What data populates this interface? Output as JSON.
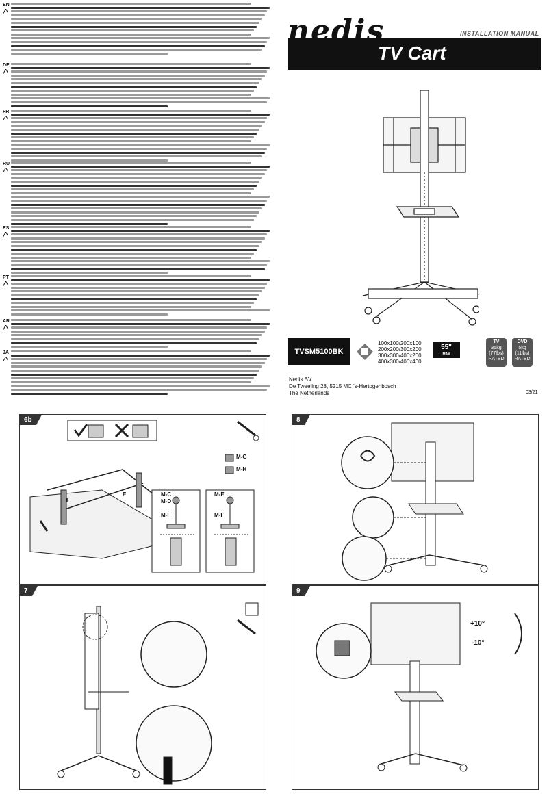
{
  "brand": "nedis",
  "header_label": "INSTALLATION MANUAL",
  "product_title": "TV Cart",
  "model": "TVSM5100BK",
  "vesa": [
    "100x100/200x100",
    "200x200/300x200",
    "300x300/400x200",
    "400x300/400x400"
  ],
  "screen_size": "55\"",
  "screen_max": "MAX",
  "ratings": [
    {
      "label": "TV",
      "value": "35kg",
      "sub": "(77lbs)",
      "rated": "RATED"
    },
    {
      "label": "DVD",
      "value": "5kg",
      "sub": "(11lbs)",
      "rated": "RATED"
    }
  ],
  "address": {
    "company": "Nedis BV",
    "street": "De Tweeling 28, 5215 MC 's-Hertogenbosch",
    "country": "The Netherlands"
  },
  "date_code": "03/21",
  "languages": [
    "EN",
    "DE",
    "FR",
    "RU",
    "ES",
    "PT",
    "AR",
    "JA"
  ],
  "steps": {
    "s6b": "6b",
    "s7": "7",
    "s8": "8",
    "s9": "9"
  },
  "part_labels": {
    "mg": "M-G",
    "mh": "M-H",
    "mc": "M-C",
    "md": "M-D",
    "mf": "M-F",
    "me": "M-E",
    "mf2": "M-F",
    "e": "E",
    "f": "F"
  },
  "tilt": {
    "up": "+10°",
    "down": "-10°"
  },
  "colors": {
    "dark": "#111111",
    "panel_label": "#333333",
    "grey": "#555555"
  }
}
